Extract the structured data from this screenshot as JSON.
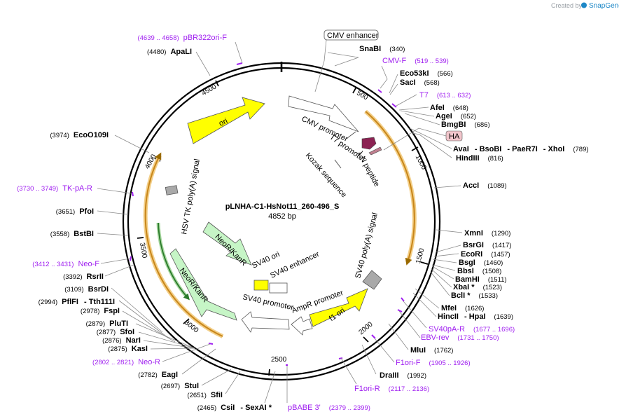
{
  "credit": {
    "text": "Created by",
    "brand": "SnapGene"
  },
  "plasmid": {
    "name": "pLNHA-C1-HsNot11_260-496_S",
    "length": "4852 bp"
  },
  "ticks": [
    "500",
    "1000",
    "1500",
    "2000",
    "2500",
    "3000",
    "3500",
    "4000",
    "4500"
  ],
  "features": [
    {
      "id": "ori",
      "label": "ori",
      "color": "#ffff00"
    },
    {
      "id": "cmv",
      "label": "CMV promoter",
      "color": "#ffffff"
    },
    {
      "id": "t7",
      "label": "T7 promoter",
      "color": "#ffffff"
    },
    {
      "id": "lambdan",
      "label": "λ N peptide",
      "color": "#8b2252"
    },
    {
      "id": "kozak",
      "label": "Kozak sequence",
      "color": "#ffffff"
    },
    {
      "id": "hsvtk",
      "label": "HSV TK poly(A) signal",
      "color": "#a9a9a9"
    },
    {
      "id": "neor1",
      "label": "NeoR/KanR",
      "color": "#c6f5c6"
    },
    {
      "id": "neor2",
      "label": "NeoR/KanR",
      "color": "#c6f5c6"
    },
    {
      "id": "sv40ori",
      "label": "SV40 ori",
      "color": "#ffff00"
    },
    {
      "id": "sv40enh",
      "label": "SV40 enhancer",
      "color": "#ffffff"
    },
    {
      "id": "sv40prom",
      "label": "SV40 promoter",
      "color": "#ffffff"
    },
    {
      "id": "ampr",
      "label": "AmpR promoter",
      "color": "#ffffff"
    },
    {
      "id": "f1ori",
      "label": "f1 ori",
      "color": "#ffff00"
    },
    {
      "id": "sv40pa",
      "label": "SV40 poly(A) signal",
      "color": "#a9a9a9"
    },
    {
      "id": "cmvenh",
      "label": "CMV enhancer",
      "color": "#ffffff"
    },
    {
      "id": "ha",
      "label": "HA",
      "color": "#f2c6cc"
    }
  ],
  "labels": {
    "right": [
      {
        "name": "SnaBI",
        "pos": "(340)"
      },
      {
        "name": "CMV-F",
        "pos": "(519 .. 539)",
        "kind": "primer"
      },
      {
        "name": "Eco53kI",
        "pos": "(566)"
      },
      {
        "name": "SacI",
        "pos": "(568)"
      },
      {
        "name": "T7",
        "pos": "(613 .. 632)",
        "kind": "primer"
      },
      {
        "name": "AfeI",
        "pos": "(648)"
      },
      {
        "name": "AgeI",
        "pos": "(652)"
      },
      {
        "name": "BmgBI",
        "pos": "(686)"
      },
      {
        "name": "AvaI",
        "pos": ""
      },
      {
        "name": "BsoBI",
        "pos": ""
      },
      {
        "name": "PaeR7I",
        "pos": ""
      },
      {
        "name": "XhoI",
        "pos": "(789)"
      },
      {
        "name": "HindIII",
        "pos": "(816)"
      },
      {
        "name": "AccI",
        "pos": "(1089)"
      },
      {
        "name": "XmnI",
        "pos": "(1290)"
      },
      {
        "name": "BsrGI",
        "pos": "(1417)"
      },
      {
        "name": "EcoRI",
        "pos": "(1457)"
      },
      {
        "name": "BsgI",
        "pos": "(1460)"
      },
      {
        "name": "BbsI",
        "pos": "(1508)"
      },
      {
        "name": "BamHI",
        "pos": "(1511)"
      },
      {
        "name": "XbaI *",
        "pos": "(1523)"
      },
      {
        "name": "BclI *",
        "pos": "(1533)"
      },
      {
        "name": "MfeI",
        "pos": "(1626)"
      },
      {
        "name": "HincII",
        "pos": ""
      },
      {
        "name": "HpaI",
        "pos": "(1639)"
      },
      {
        "name": "SV40pA-R",
        "pos": "(1677 .. 1696)",
        "kind": "primer"
      },
      {
        "name": "EBV-rev",
        "pos": "(1731 .. 1750)",
        "kind": "primer"
      },
      {
        "name": "MluI",
        "pos": "(1762)"
      },
      {
        "name": "F1ori-F",
        "pos": "(1905 .. 1926)",
        "kind": "primer"
      },
      {
        "name": "DraIII",
        "pos": "(1992)"
      },
      {
        "name": "F1ori-R",
        "pos": "(2117 .. 2136)",
        "kind": "primer"
      },
      {
        "name": "pBABE 3'",
        "pos": "(2379 .. 2399)",
        "kind": "primer"
      }
    ],
    "left": [
      {
        "name": "pBR322ori-F",
        "pos": "(4639 .. 4658)",
        "kind": "primer"
      },
      {
        "name": "ApaLI",
        "pos": "(4480)"
      },
      {
        "name": "EcoO109I",
        "pos": "(3974)"
      },
      {
        "name": "TK-pA-R",
        "pos": "(3730 .. 3749)",
        "kind": "primer"
      },
      {
        "name": "PfoI",
        "pos": "(3651)"
      },
      {
        "name": "BstBI",
        "pos": "(3558)"
      },
      {
        "name": "Neo-F",
        "pos": "(3412 .. 3431)",
        "kind": "primer"
      },
      {
        "name": "RsrII",
        "pos": "(3392)"
      },
      {
        "name": "BsrDI",
        "pos": "(3109)"
      },
      {
        "name": "PflFI",
        "pos": "(2994)"
      },
      {
        "name": "Tth111I",
        "pos": ""
      },
      {
        "name": "FspI",
        "pos": "(2978)"
      },
      {
        "name": "PluTI",
        "pos": "(2879)"
      },
      {
        "name": "SfoI",
        "pos": "(2877)"
      },
      {
        "name": "NarI",
        "pos": "(2876)"
      },
      {
        "name": "KasI",
        "pos": "(2875)"
      },
      {
        "name": "Neo-R",
        "pos": "(2802 .. 2821)",
        "kind": "primer"
      },
      {
        "name": "EagI",
        "pos": "(2782)"
      },
      {
        "name": "StuI",
        "pos": "(2697)"
      },
      {
        "name": "SfiI",
        "pos": "(2651)"
      },
      {
        "name": "CsiI",
        "pos": "(2465)"
      },
      {
        "name": "SexAI *",
        "pos": ""
      }
    ]
  }
}
